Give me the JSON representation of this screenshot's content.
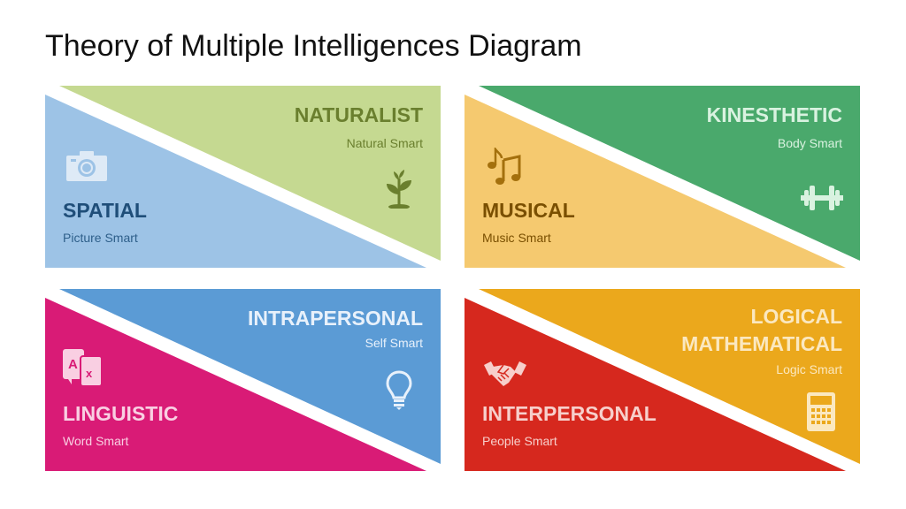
{
  "title": "Theory of Multiple Intelligences Diagram",
  "panels": [
    {
      "position": "top-left",
      "upper": {
        "label": "NATURALIST",
        "sub": "Natural Smart",
        "icon": "plant-icon",
        "color": "#c5d991",
        "text_color": "#6a7f2e"
      },
      "lower": {
        "label": "SPATIAL",
        "sub": "Picture Smart",
        "icon": "camera-icon",
        "color": "#9dc3e6",
        "text_color": "#1f4e79"
      }
    },
    {
      "position": "top-right",
      "upper": {
        "label": "KINESTHETIC",
        "sub": "Body Smart",
        "icon": "dumbbell-icon",
        "color": "#4aa96c",
        "text_color": "#d9f2e0"
      },
      "lower": {
        "label": "MUSICAL",
        "sub": "Music Smart",
        "icon": "music-notes-icon",
        "color": "#f5c96f",
        "text_color": "#7a4f00"
      }
    },
    {
      "position": "bottom-left",
      "upper": {
        "label": "INTRAPERSONAL",
        "sub": "Self Smart",
        "icon": "lightbulb-icon",
        "color": "#5b9bd5",
        "text_color": "#e8f1fb"
      },
      "lower": {
        "label": "LINGUISTIC",
        "sub": "Word Smart",
        "icon": "translate-icon",
        "color": "#d91b76",
        "text_color": "#f9cfe2"
      }
    },
    {
      "position": "bottom-right",
      "upper": {
        "label_line1": "LOGICAL",
        "label_line2": "MATHEMATICAL",
        "sub": "Logic Smart",
        "icon": "calculator-icon",
        "color": "#eba81c",
        "text_color": "#fbe8c0"
      },
      "lower": {
        "label": "INTERPERSONAL",
        "sub": "People Smart",
        "icon": "handshake-icon",
        "color": "#d6281e",
        "text_color": "#f7cfcb"
      }
    }
  ]
}
